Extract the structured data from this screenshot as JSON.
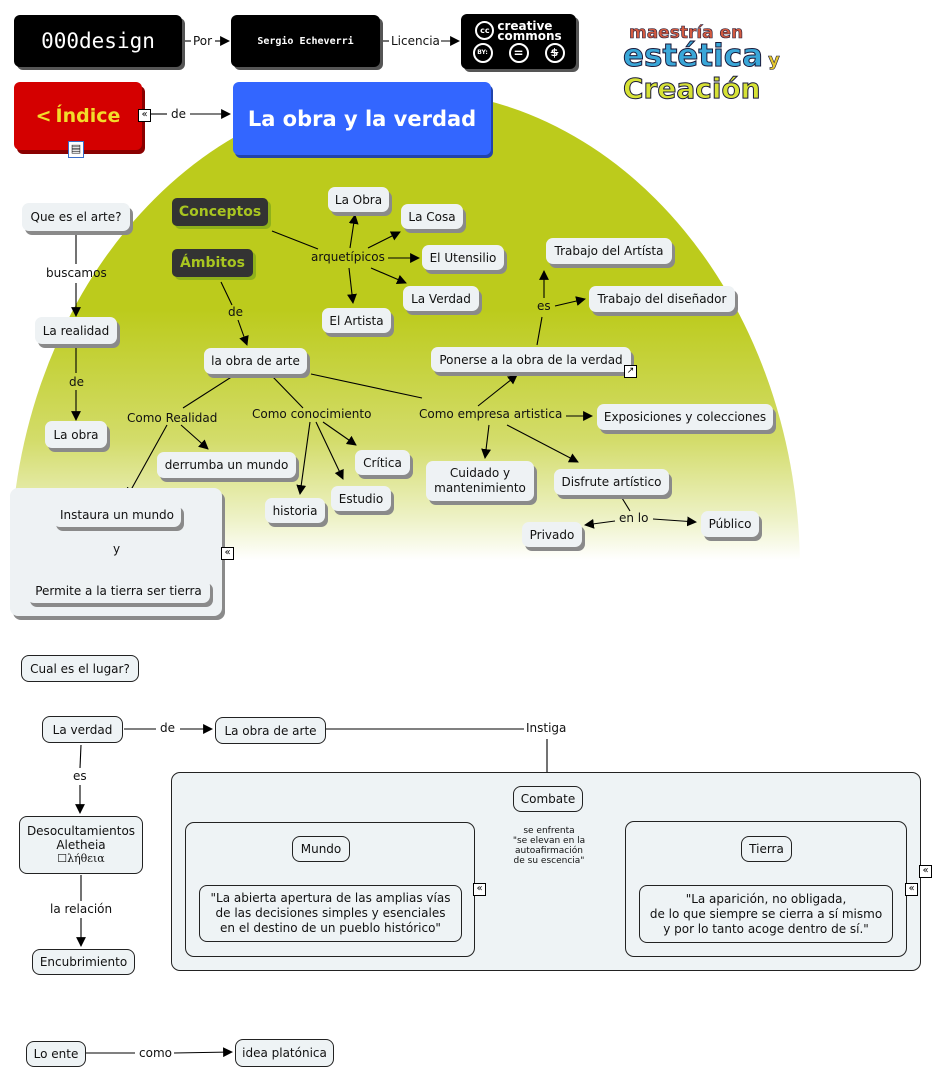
{
  "header": {
    "brand_label": "000design",
    "por_label": "Por",
    "author_label": "Sergio Echeverri",
    "licencia_label": "Licencia",
    "cc": {
      "line1": "creative",
      "line2": "commons",
      "cc_mark": "cc",
      "by": "BY:",
      "nd": "=",
      "nc": "$"
    },
    "logo": {
      "line1": "maestría en",
      "line2": "estética",
      "line2b": "y",
      "line3": "Creación"
    },
    "index_label": "Índice",
    "index_arrow": "<",
    "de_label": "de",
    "title": "La obra y la verdad",
    "collapse_glyph": "«",
    "note_icon": "▤"
  },
  "colors": {
    "green": "#bccb1c",
    "blue": "#3366ff",
    "red": "#d40000",
    "dark_node": "#333333",
    "dark_text": "#a8c520",
    "node_bg": "#eef2f4"
  },
  "map1": {
    "que_es_arte": "Que es el arte?",
    "buscamos": "buscamos",
    "la_realidad": "La realidad",
    "de1": "de",
    "la_obra": "La obra",
    "conceptos": "Conceptos",
    "ambitos": "Ámbitos",
    "arquetipicos": "arquetípicos",
    "la_obra_c": "La Obra",
    "la_cosa": "La Cosa",
    "el_utensilio": "El Utensilio",
    "la_verdad_c": "La Verdad",
    "el_artista": "El Artista",
    "de2": "de",
    "obra_de_arte": "la obra de arte",
    "como_realidad": "Como Realidad",
    "como_conocimiento": "Como conocimiento",
    "como_empresa": "Como empresa artistica",
    "derrumba": "derrumba un mundo",
    "instaura": "Instaura un mundo",
    "y": "y",
    "permite": "Permite a la tierra ser tierra",
    "historia": "historia",
    "estudio": "Estudio",
    "critica": "Crítica",
    "ponerse": "Ponerse a la obra de la verdad",
    "es": "es",
    "trabajo_artista": "Trabajo del Artísta",
    "trabajo_disenador": "Trabajo del diseñador",
    "exposiciones": "Exposiciones y colecciones",
    "cuidado": "Cuidado y mantenimiento",
    "disfrute": "Disfrute artístico",
    "en_lo": "en lo",
    "privado": "Privado",
    "publico": "Público",
    "link_icon": "↗"
  },
  "map2": {
    "cual_lugar": "Cual es el lugar?",
    "la_verdad": "La verdad",
    "de": "de",
    "obra_de_arte": "La obra de arte",
    "instiga": "Instiga",
    "es": "es",
    "desocult_1": "Desocultamientos",
    "desocult_2": "Aletheia",
    "desocult_3": "☐λήθεια",
    "la_relacion": "la relación",
    "encubrimiento": "Encubrimiento",
    "combate": "Combate",
    "mundo": "Mundo",
    "tierra": "Tierra",
    "enfrenta": [
      "se enfrenta",
      "\"se elevan en la",
      "autoafirmación",
      "de su escencia\""
    ],
    "mundo_quote": [
      "\"La abierta apertura de las amplias vías",
      "de las decisiones simples y esenciales",
      "en el destino de un pueblo histórico\""
    ],
    "tierra_quote": [
      "\"La aparición, no obligada,",
      "de lo que siempre se cierra a sí mismo",
      "y por lo tanto acoge dentro de sí.\""
    ]
  },
  "map3": {
    "lo_ente": "Lo ente",
    "como": "como",
    "idea": "idea platónica"
  }
}
